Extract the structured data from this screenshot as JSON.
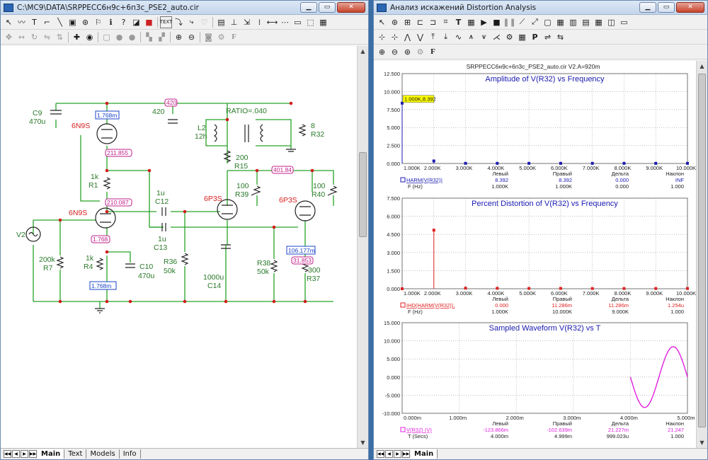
{
  "left_window": {
    "title": "C:\\MC9\\DATA\\SRPPECC6н9с+6п3с_PSE2_auto.cir",
    "tabs": [
      "Main",
      "Text",
      "Models",
      "Info"
    ]
  },
  "schematic": {
    "labels": {
      "c9": "C9",
      "c9v": "470u",
      "tube1": "6N9S",
      "node_1768a": "1.768m",
      "node_420": "420",
      "lbl_420": "420",
      "ratio": "RATIO=.040",
      "l2": "L2",
      "l2v": "12h",
      "r32v": "8",
      "r32": "R32",
      "node_211855": "211.855",
      "r15v": "200",
      "r15": "R15",
      "r1v": "1k",
      "r1": "R1",
      "node_40184": "401.84",
      "c12v": "1u",
      "c12": "C12",
      "tube3": "6P3S",
      "r39v": "100",
      "r39": "R39",
      "tube4": "6P3S",
      "r40v": "100",
      "r40": "R40",
      "node_210087": "210.087",
      "tube2": "6N9S",
      "v2": "V2",
      "c13v": "1u",
      "c13": "C13",
      "node_1768b": "1.768",
      "r7v": "200k",
      "r7": "R7",
      "r4v": "1k",
      "r4": "R4",
      "c10": "C10",
      "c10v": "470u",
      "r36": "R36",
      "r36v": "50k",
      "c14v": "1000u",
      "c14": "C14",
      "r38": "R38",
      "r38v": "50k",
      "node_106177": "106.177m",
      "node_31853": "31.853",
      "r37v": "300",
      "r37": "R37",
      "node_1768c": "1.768m"
    }
  },
  "right_window": {
    "title": "Анализ искажений Distortion Analysis",
    "subtitle": "SRPPECC6н9с+6п3с_PSE2_auto.cir V2.A=920m",
    "tab": "Main"
  },
  "colors": {
    "chart_bg": "#ffffff",
    "grid": "#9a9a9a",
    "amp": "#1a1ab0",
    "dist": "#e02020",
    "wave": "#e020e0",
    "schem_wire": "#27a327",
    "schem_part": "#2a7a2a",
    "label_red": "#d81e1e",
    "node_box": "#1a44c8",
    "node_pink": "#c0208a"
  },
  "chart_data": [
    {
      "type": "bar",
      "title": "Amplitude of V(R32) vs Frequency",
      "x": [
        1000,
        2000,
        3000,
        4000,
        5000,
        6000,
        7000,
        8000,
        9000,
        10000
      ],
      "values": [
        8.392,
        0.35,
        0.02,
        0.02,
        0.02,
        0.02,
        0.02,
        0.02,
        0.02,
        0.02
      ],
      "x_tick_labels": [
        "1.000K",
        "2.000K",
        "3.000K",
        "4.000K",
        "5.000K",
        "6.000K",
        "7.000K",
        "8.000K",
        "9.000K",
        "10.000K"
      ],
      "y_tick_labels": [
        "12.500",
        "10.000",
        "7.500",
        "5.000",
        "2.500",
        "0.000"
      ],
      "ylim": [
        0,
        12.5
      ],
      "annotation": "1.000K,8.392",
      "readout": {
        "headers": [
          "Левый",
          "Правый",
          "Дельта",
          "Наклон"
        ],
        "row1_label": "HARM(V(R32))",
        "row1_values": [
          "8.392",
          "8.392",
          "0.000",
          "INF"
        ],
        "row2_label": "F (Hz)",
        "row2_values": [
          "1.000K",
          "1.000K",
          "0.000",
          "1.000"
        ]
      }
    },
    {
      "type": "bar",
      "title": "Percent Distortion of V(R32) vs Frequency",
      "x": [
        1000,
        2000,
        3000,
        4000,
        5000,
        6000,
        7000,
        8000,
        9000,
        10000
      ],
      "values": [
        0,
        4.85,
        0.05,
        0.04,
        0.03,
        0.03,
        0.02,
        0.02,
        0.02,
        0.02
      ],
      "x_tick_labels": [
        "1.000K",
        "2.000K",
        "3.000K",
        "4.000K",
        "5.000K",
        "6.000K",
        "7.000K",
        "8.000K",
        "9.000K",
        "10.000K"
      ],
      "y_tick_labels": [
        "7.500",
        "6.000",
        "4.500",
        "3.000",
        "1.500",
        "0.000"
      ],
      "ylim": [
        0,
        7.5
      ],
      "readout": {
        "headers": [
          "Левый",
          "Правый",
          "Дельта",
          "Наклон"
        ],
        "row1_label": "IHD(HARM(V(R32)),",
        "row1_values": [
          "0.000",
          "11.286m",
          "11.286m",
          "1.254u"
        ],
        "row2_label": "F (Hz)",
        "row2_values": [
          "1.000K",
          "10.000K",
          "9.000K",
          "1.000"
        ]
      }
    },
    {
      "type": "line",
      "title": "Sampled Waveform  V(R32) vs T",
      "x_tick_labels": [
        "0.000m",
        "1.000m",
        "2.000m",
        "3.000m",
        "4.000m",
        "5.000m"
      ],
      "y_tick_labels": [
        "15.000",
        "10.000",
        "5.000",
        "0.000",
        "-5.000",
        "-10.000"
      ],
      "xlim": [
        0,
        5
      ],
      "ylim": [
        -10,
        15
      ],
      "series": [
        {
          "name": "V(R32) (V)",
          "t_start": 4.0,
          "t_end": 5.0,
          "amplitude": 8.4,
          "frequency_per_ms": 1
        }
      ],
      "readout": {
        "headers": [
          "Левый",
          "Правый",
          "Дельта",
          "Наклон"
        ],
        "row1_label": "V(R32) (V)",
        "row1_values": [
          "-123.866m",
          "-102.639m",
          "21.227m",
          "21.247"
        ],
        "row2_label": "T (Secs)",
        "row2_values": [
          "4.000m",
          "4.999m",
          "999.023u",
          "1.000"
        ]
      }
    }
  ]
}
